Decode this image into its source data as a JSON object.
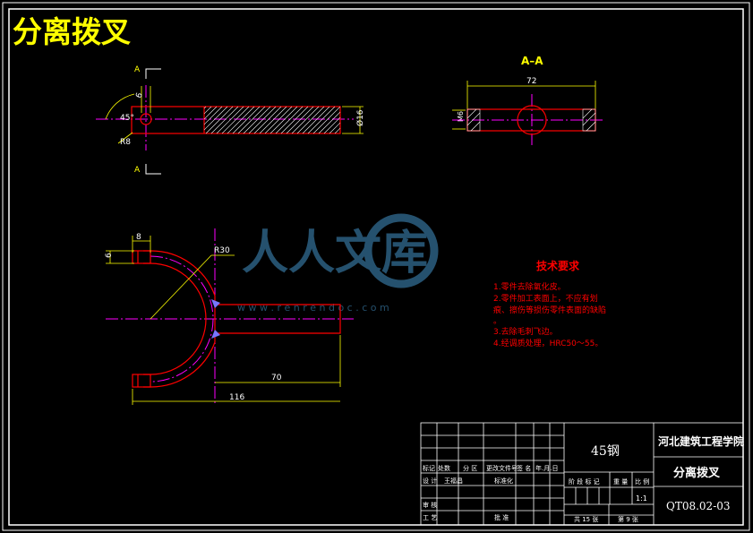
{
  "title": "分离拨叉",
  "section_label": "A–A",
  "section_marks": [
    "A",
    "A"
  ],
  "dimensions": {
    "angle": "45°",
    "hole_small": "6",
    "radius_r8": "R8",
    "dia16": "Ø16",
    "len72": "72",
    "m6": "M6",
    "w8": "8",
    "h6": "6",
    "r30": "R30",
    "len70": "70",
    "len116": "116"
  },
  "tech_requirements": {
    "heading": "技术要求",
    "lines": [
      "1.零件去除氧化皮。",
      "2.零件加工表面上，不应有划",
      "痕、擦伤等损伤零件表面的缺陷",
      "。",
      "3.去除毛刺飞边。",
      "4.经调质处理，HRC50～55。"
    ]
  },
  "watermark": {
    "text": "人人文库",
    "url": "w w w . r e n r e n d o c . c o m"
  },
  "title_block": {
    "material": "45钢",
    "school": "河北建筑工程学院",
    "part_name": "分离拨叉",
    "drawing_no": "QT08.02-03",
    "scale": "1:1",
    "row_labels": [
      "标记",
      "处数",
      "分 区",
      "更改文件号",
      "签 名",
      "年.月.日"
    ],
    "designer_label": "设 计",
    "designer": "王福昌",
    "std_label": "标准化",
    "stage_labels": [
      "阶 段 标 记",
      "重 量",
      "比 例"
    ],
    "review_label": "审 核",
    "process_label": "工 艺",
    "approve_label": "批 准",
    "sheets": "共 15 张",
    "sheet_no": "第 9 张"
  },
  "colors": {
    "frame": "#ffffff",
    "part": "#ff0000",
    "center": "#ff00ff",
    "dim": "#ffff00",
    "title": "#ffff00",
    "hatch": "#ffffff",
    "tech": "#ff0000",
    "watermark": "#2a5a7a"
  }
}
